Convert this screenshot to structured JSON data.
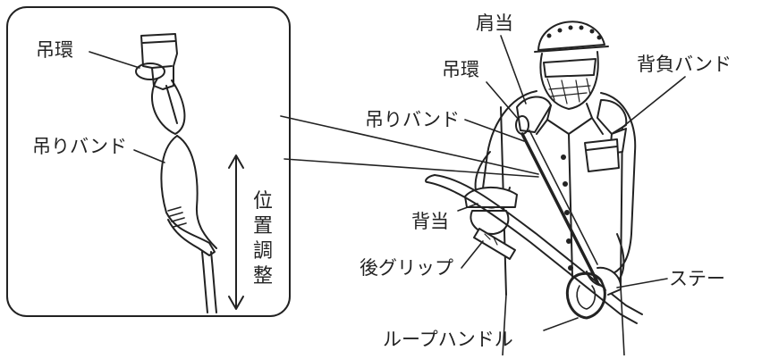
{
  "inset": {
    "labels": {
      "hanger_ring": "吊環",
      "hanging_band": "吊りバンド",
      "position_adjust": "位置調整"
    }
  },
  "main": {
    "labels": {
      "shoulder_pad": "肩当",
      "hanger_ring": "吊環",
      "back_band": "背負バンド",
      "hanging_band": "吊りバンド",
      "back_pad": "背当",
      "rear_grip": "後グリップ",
      "stay": "ステー",
      "loop_handle": "ループハンドル"
    }
  }
}
